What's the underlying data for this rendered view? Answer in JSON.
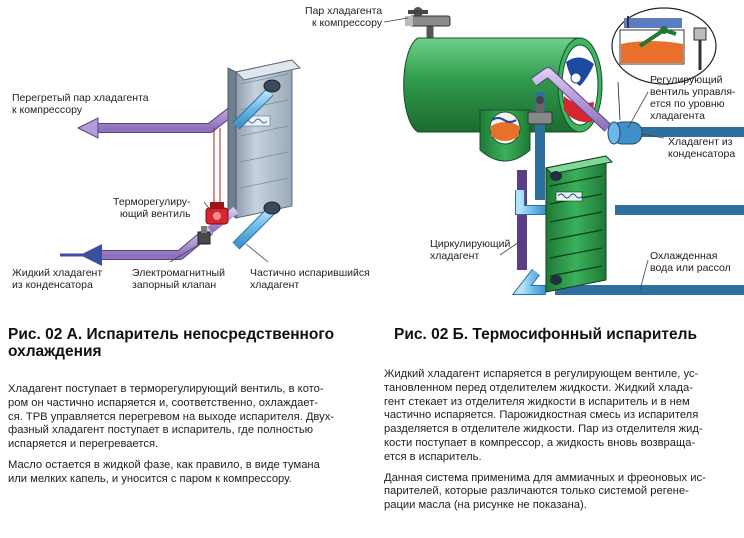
{
  "labels_a": {
    "superheated_vapor": [
      "Перегретый пар хладагента",
      "к компрессору"
    ],
    "trv": [
      "Терморегулиру-",
      "ющий вентиль"
    ],
    "liquid_in": [
      "Жидкий хладагент",
      "из конденсатора"
    ],
    "solenoid": [
      "Электромагнитный",
      "запорный клапан"
    ],
    "partial": [
      "Частично испарившийся",
      "хладагент"
    ]
  },
  "labels_b": {
    "vapor_out": [
      "Пар хладагента",
      "к компрессору"
    ],
    "level_valve": [
      "Регулирующий",
      "вентиль управля-",
      "ется по уровню",
      "хладагента"
    ],
    "from_condenser": [
      "Хладагент из",
      "конденсатора"
    ],
    "circulating": [
      "Циркулирующий",
      "хладагент"
    ],
    "chilled": [
      "Охлажденная",
      "вода или рассол"
    ]
  },
  "caption_a": [
    "Рис. 02 А. Испаритель непосредственного",
    "охлаждения"
  ],
  "caption_b": "Рис. 02 Б. Термосифонный испаритель",
  "text_a": {
    "p1": [
      "Хладагент поступает в терморегулирующий вентиль, в кото-",
      "ром он частично испаряется и, соответственно, охлаждает-",
      "ся. TPB управляется перегревом на выходе испарителя. Двух-",
      "фазный хладагент поступает в испаритель, где полностью",
      "испаряется и перегревается."
    ],
    "p2": [
      "Масло остается в жидкой фазе, как правило, в виде тумана",
      "или мелких капель, и уносится с паром к компрессору."
    ]
  },
  "text_b": {
    "p1": [
      "Жидкий хладагент испаряется в регулирующем вентиле, ус-",
      "тановленном перед отделителем жидкости. Жидкий хлада-",
      "гент стекает из отделителя жидкости в испаритель и в нем",
      "частично испаряется. Парожидкостная смесь из испарителя",
      "разделяется в отделителе жидкости. Пар из отделителя жид-",
      "кости поступает в компрессор, а жидкость вновь возвраща-",
      "ется в испаритель."
    ],
    "p2": [
      "Данная система применима для аммиачных и фреоновых ис-",
      "парителей, которые различаются только системой регене-",
      "рации масла (на рисунке не показана)."
    ]
  },
  "colors": {
    "pipe_blue": "#6ab8e8",
    "pipe_purple": "#b49ad6",
    "separator_green": "#2f9a4a",
    "plate_gray": "#a9b7c6",
    "orange_liquid": "#e8702a"
  }
}
